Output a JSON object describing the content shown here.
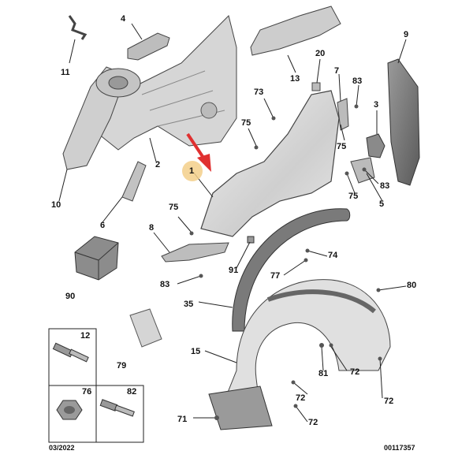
{
  "labels": {
    "p1": "1",
    "p2": "2",
    "p3": "3",
    "p4": "4",
    "p5": "5",
    "p6": "6",
    "p7": "7",
    "p8": "8",
    "p9": "9",
    "p10": "10",
    "p11": "11",
    "p13": "13",
    "p15": "15",
    "p20": "20",
    "p35": "35",
    "p71": "71",
    "p72a": "72",
    "p72b": "72",
    "p72c": "72",
    "p72d": "72",
    "p73": "73",
    "p74": "74",
    "p75a": "75",
    "p75b": "75",
    "p75c": "75",
    "p75d": "75",
    "p77": "77",
    "p79": "79",
    "p80": "80",
    "p81": "81",
    "p83a": "83",
    "p83b": "83",
    "p83c": "83",
    "p90": "90",
    "p91": "91"
  },
  "inset": {
    "box12": "12",
    "box76": "76",
    "box82": "82"
  },
  "footer": {
    "date": "03/2022",
    "ref": "00117357"
  },
  "colors": {
    "highlight": "#f3cf8a",
    "arrow": "#e03030",
    "line": "#222222",
    "part_fill": "#d9d9d9"
  }
}
